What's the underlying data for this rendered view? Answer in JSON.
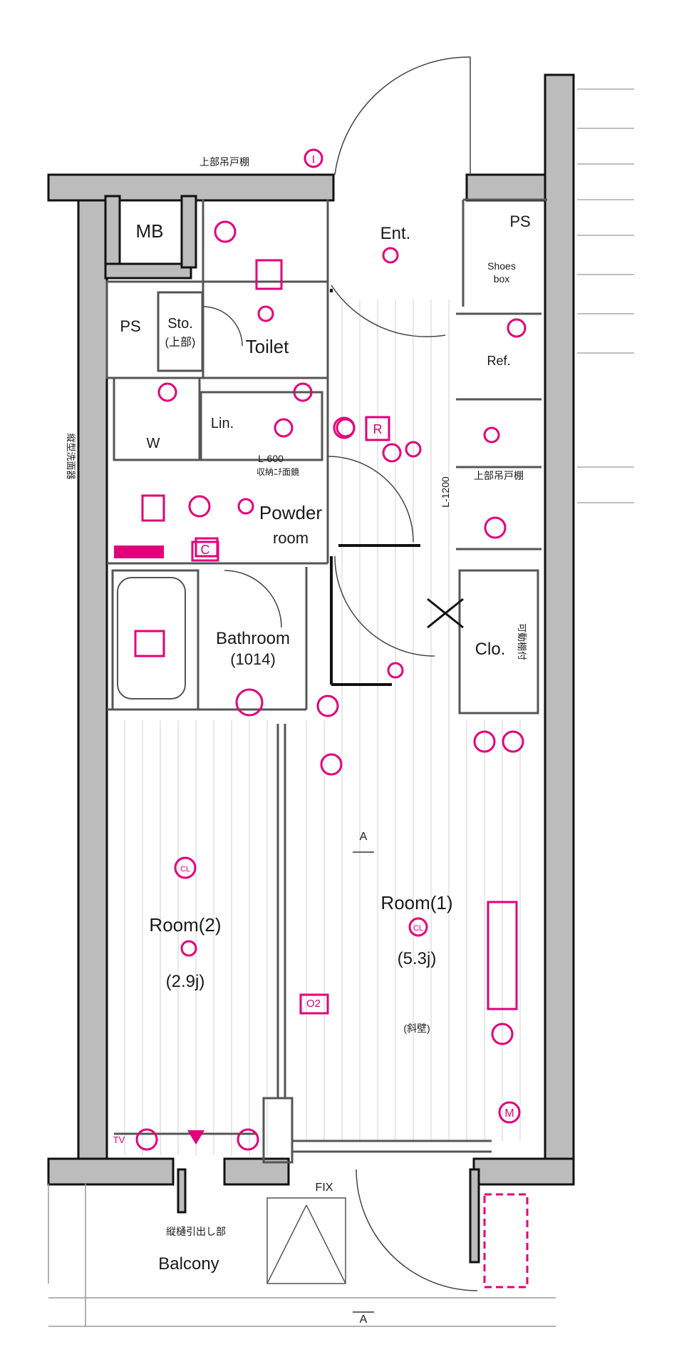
{
  "rooms": {
    "mb": "MB",
    "ps_left": "PS",
    "ps_right": "PS",
    "sto": "Sto.",
    "sto_sub": "(上部)",
    "toilet": "Toilet",
    "ent": "Ent.",
    "shoes_box_1": "Shoes",
    "shoes_box_2": "box",
    "ref": "Ref.",
    "w": "W",
    "lin": "Lin.",
    "powder_room_1": "Powder",
    "powder_room_2": "room",
    "bathroom": "Bathroom",
    "bathroom_size": "(1014)",
    "clo": "Clo.",
    "room2": "Room(2)",
    "room2_size": "(2.9j)",
    "room1": "Room(1)",
    "room1_size": "(5.3j)",
    "balcony": "Balcony"
  },
  "notes": {
    "top_hanging_door": "上部吊戸棚",
    "kitchen_hanging": "上部吊戸棚",
    "l600": "L-600",
    "l600_sub": "収納ﾆﾁ面鏡",
    "l1200": "L-1200",
    "side_vertical": "縦型洗面器",
    "clo_vertical": "可動棚付",
    "sloped": "(斜壁)",
    "fix": "FIX",
    "balcony_drain": "縦樋引出し部",
    "section_a_top": "A",
    "section_a_bottom": "A"
  },
  "symbols": {
    "intercom": "I",
    "cl": "CL",
    "tv": "TV",
    "m": "M",
    "r": "R",
    "c": "C",
    "o2": "O2"
  },
  "colors": {
    "wall": "#bcbcbc",
    "wall_stroke": "#111111",
    "equipment": "#e2007a",
    "floor_lines": "#d9d9d9"
  }
}
